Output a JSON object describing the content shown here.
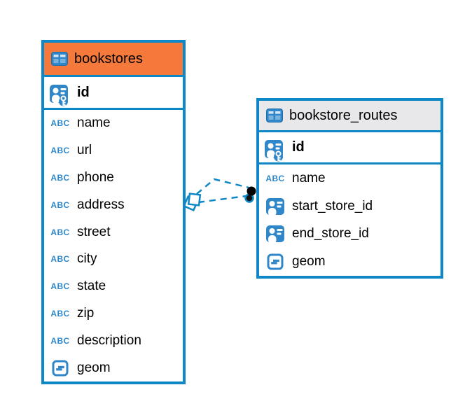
{
  "diagram": {
    "colors": {
      "table_border": "#0d87c6",
      "connector_line": "#0d87c6",
      "selected_header_orange": "#f5793b",
      "header_gray": "#e8e8ea",
      "icon_blue": "#2f87c9",
      "endpoint_dot": "#000000",
      "text": "#000000"
    },
    "icons": {
      "abc_label": "ABC"
    },
    "tables": [
      {
        "name": "bookstores",
        "header_style": "orange-selected",
        "header_icon": "table-icon",
        "primary_key": {
          "name": "id",
          "icon": "person-key-icon"
        },
        "columns": [
          {
            "name": "name",
            "icon": "abc-icon"
          },
          {
            "name": "url",
            "icon": "abc-icon"
          },
          {
            "name": "phone",
            "icon": "abc-icon"
          },
          {
            "name": "address",
            "icon": "abc-icon"
          },
          {
            "name": "street",
            "icon": "abc-icon"
          },
          {
            "name": "city",
            "icon": "abc-icon"
          },
          {
            "name": "state",
            "icon": "abc-icon"
          },
          {
            "name": "zip",
            "icon": "abc-icon"
          },
          {
            "name": "description",
            "icon": "abc-icon"
          },
          {
            "name": "geom",
            "icon": "geometry-icon"
          }
        ]
      },
      {
        "name": "bookstore_routes",
        "header_style": "gray",
        "header_icon": "table-icon",
        "primary_key": {
          "name": "id",
          "icon": "person-key-icon"
        },
        "columns": [
          {
            "name": "name",
            "icon": "abc-icon"
          },
          {
            "name": "start_store_id",
            "icon": "person-icon"
          },
          {
            "name": "end_store_id",
            "icon": "person-icon"
          },
          {
            "name": "geom",
            "icon": "geometry-icon"
          }
        ]
      }
    ],
    "relationships": {
      "between": [
        "bookstores",
        "bookstore_routes"
      ],
      "line_count": 2,
      "line_style": "dashed",
      "left_end_marker": "stacked-diamonds",
      "right_end_marker": "stacked-dots"
    }
  }
}
